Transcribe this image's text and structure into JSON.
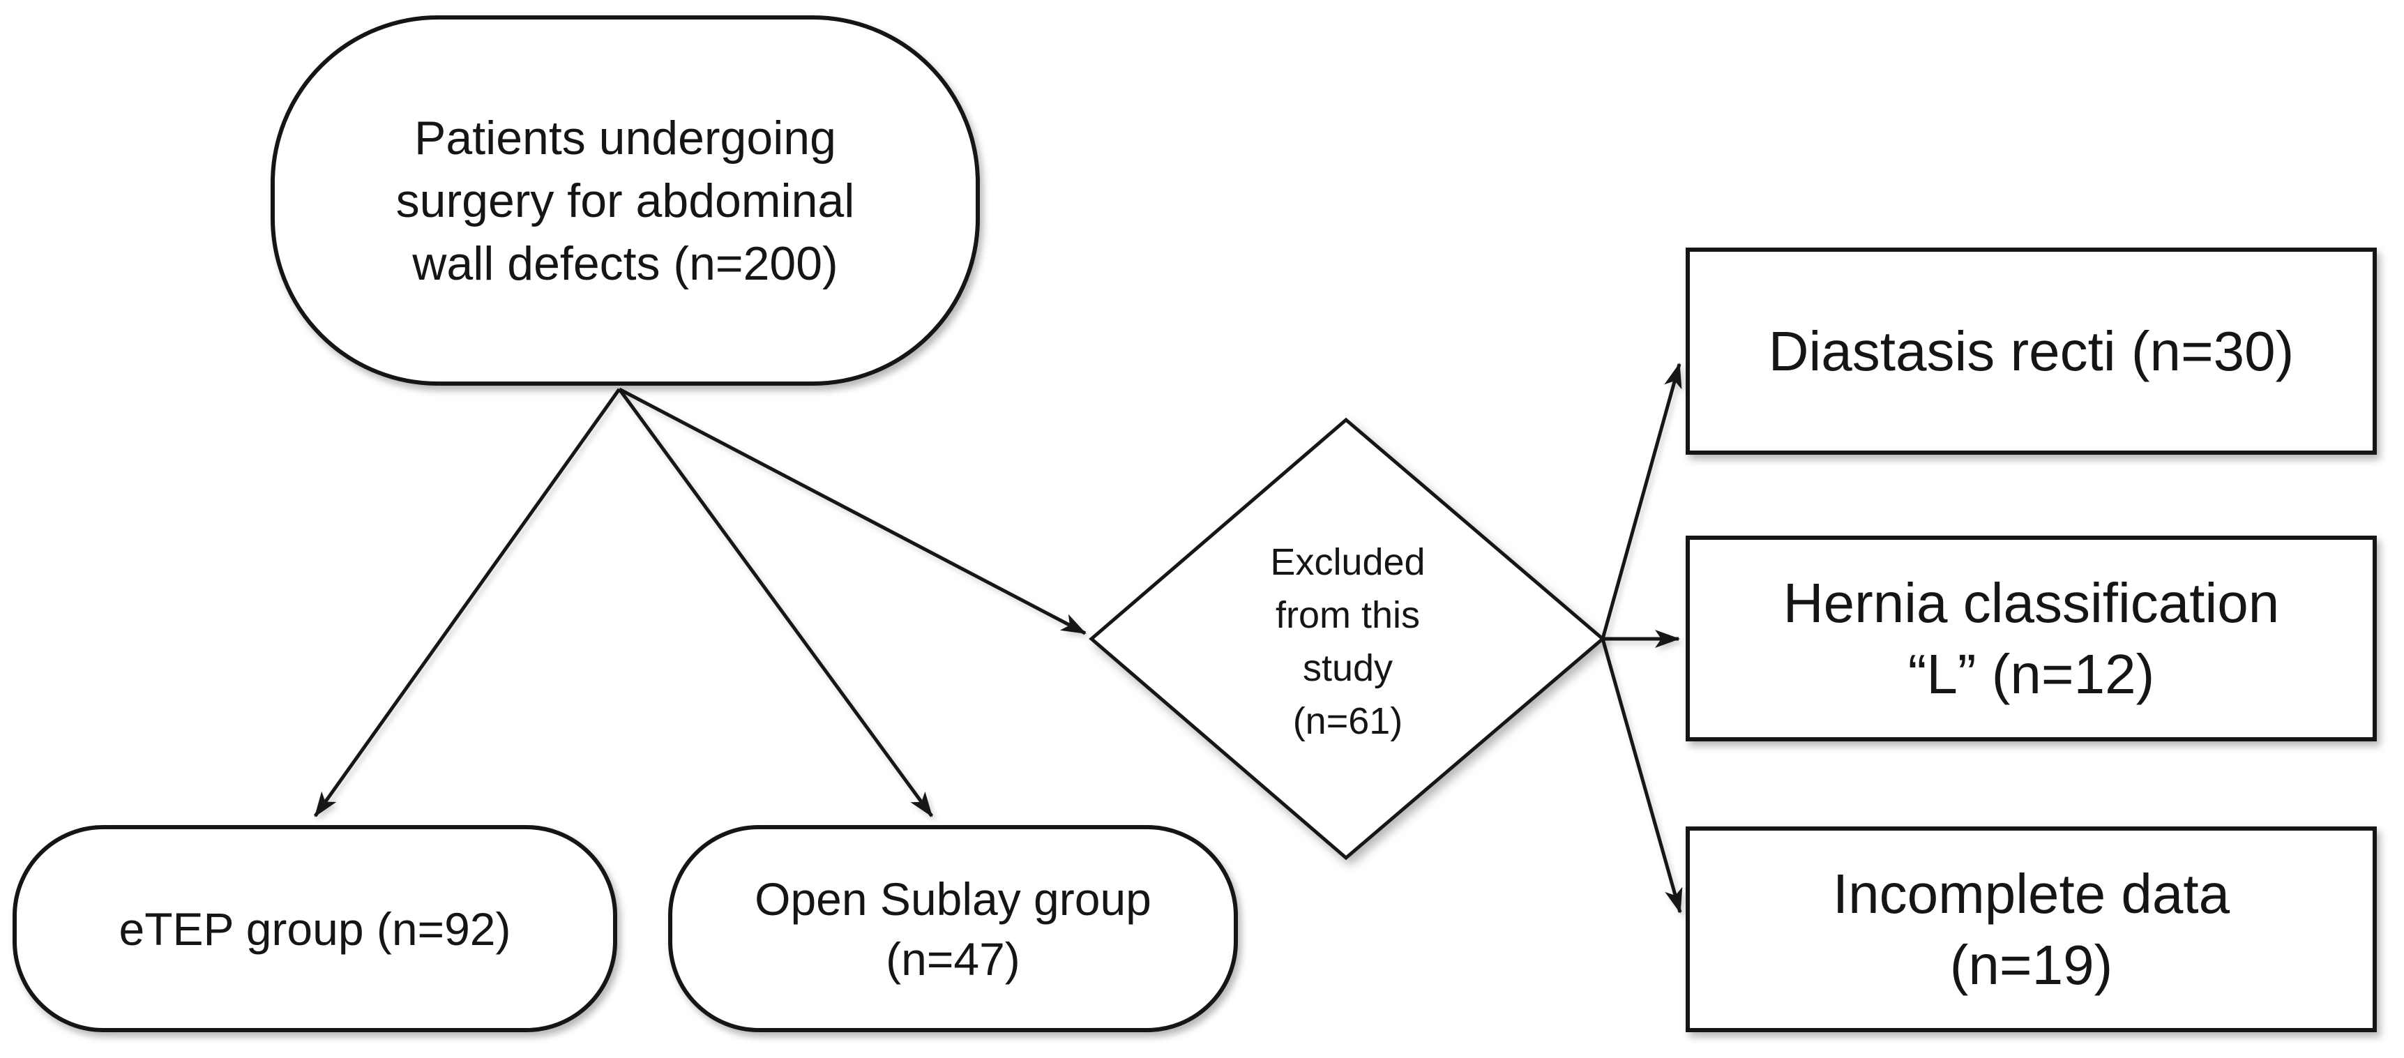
{
  "page": {
    "background_color": "#ffffff",
    "stroke_color": "#151515",
    "node_fill_color": "#ffffff"
  },
  "diagram": {
    "type": "patient-flow-chart",
    "nodes": {
      "start": {
        "shape": "terminator",
        "label": "Patients undergoing\nsurgery for abdominal\nwall defects (n=200)",
        "n": 200
      },
      "etep": {
        "shape": "terminator",
        "label": "eTEP group (n=92)",
        "n": 92
      },
      "sublay": {
        "shape": "terminator",
        "label": "Open Sublay group\n(n=47)",
        "n": 47
      },
      "excluded": {
        "shape": "decision-diamond",
        "label": "Excluded\nfrom this\nstudy\n(n=61)",
        "n": 61
      },
      "diastasis": {
        "shape": "rectangle",
        "label": "Diastasis recti (n=30)",
        "n": 30
      },
      "hernia": {
        "shape": "rectangle",
        "label": "Hernia classification\n“L” (n=12)",
        "n": 12
      },
      "incomplete": {
        "shape": "rectangle",
        "label": "Incomplete data\n(n=19)",
        "n": 19
      }
    },
    "connections": [
      {
        "from": "start",
        "to": "etep"
      },
      {
        "from": "start",
        "to": "sublay"
      },
      {
        "from": "start",
        "to": "excluded"
      },
      {
        "from": "excluded",
        "to": "diastasis"
      },
      {
        "from": "excluded",
        "to": "hernia"
      },
      {
        "from": "excluded",
        "to": "incomplete"
      }
    ]
  }
}
